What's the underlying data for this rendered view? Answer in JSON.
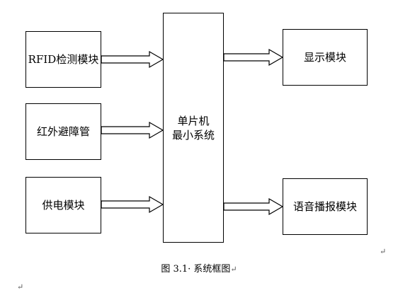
{
  "blocks": {
    "rfid": "RFID检测模块",
    "infrared": "红外避障管",
    "power": "供电模块",
    "mcu_line1": "单片机",
    "mcu_line2": "最小系统",
    "display": "显示模块",
    "voice": "语音播报模块"
  },
  "caption": "图 3.1· 系统框图",
  "marks": {
    "paragraph_right": "↵",
    "paragraph_caption": "↵",
    "paragraph_left": "↵"
  }
}
